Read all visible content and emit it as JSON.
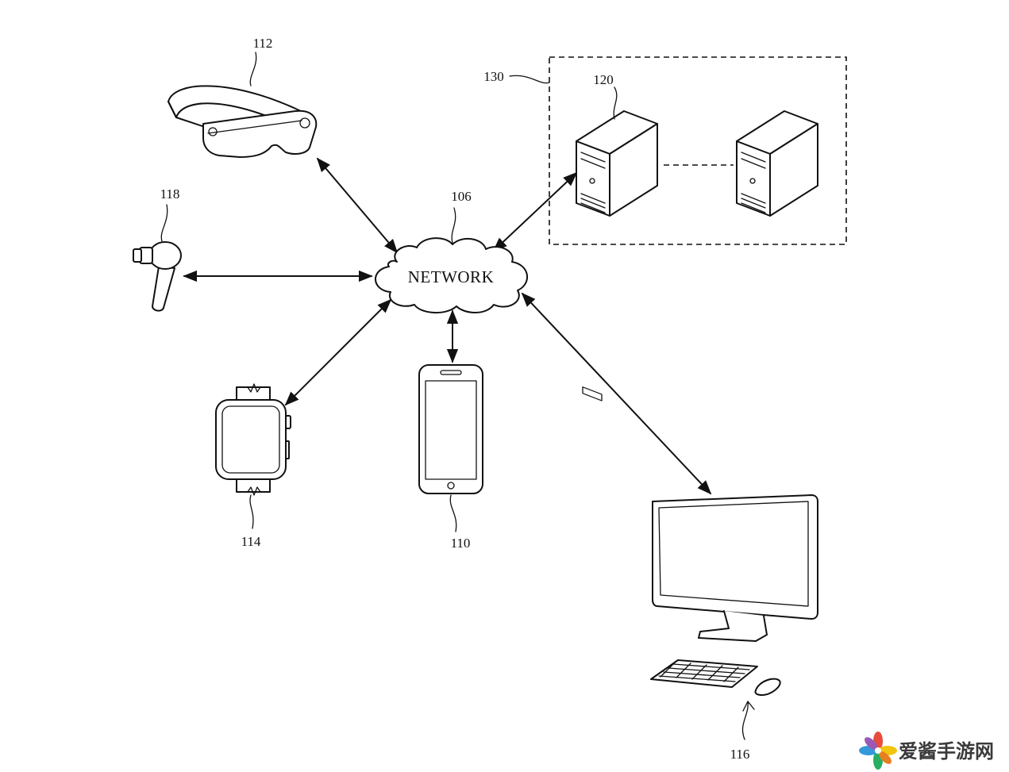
{
  "network": {
    "label": "NETWORK",
    "ref": "106"
  },
  "devices": {
    "headset": {
      "ref": "112"
    },
    "earbud": {
      "ref": "118"
    },
    "watch": {
      "ref": "114"
    },
    "phone": {
      "ref": "110"
    },
    "computer": {
      "ref": "116"
    },
    "server_primary": {
      "ref": "120"
    },
    "server_group": {
      "ref": "130"
    }
  },
  "watermark": {
    "text": "爱酱手游网"
  }
}
